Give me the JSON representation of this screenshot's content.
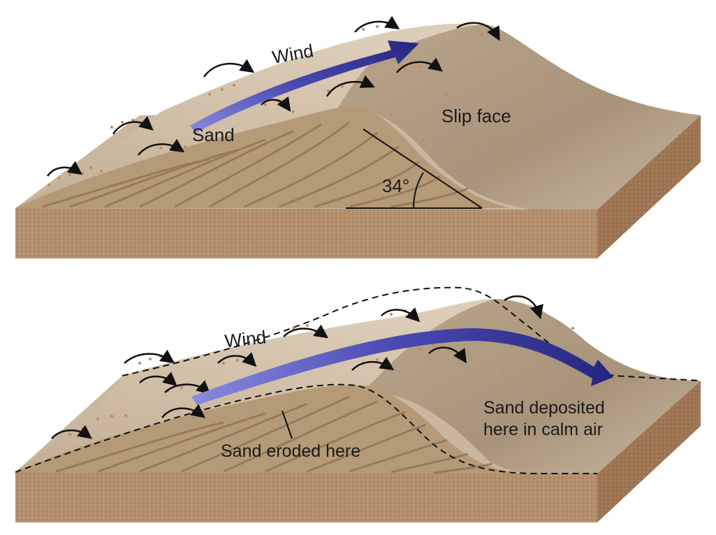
{
  "panels": [
    {
      "labels": {
        "wind": "Wind",
        "sand": "Sand",
        "slip_face": "Slip face",
        "angle": "34°"
      }
    },
    {
      "labels": {
        "wind": "Wind",
        "sand_eroded": "Sand eroded here",
        "sand_deposited_line1": "Sand deposited",
        "sand_deposited_line2": "here in calm air"
      }
    }
  ],
  "colors": {
    "dune_surface": "#c6b39a",
    "dune_light": "#ded0bc",
    "dune_shadow": "#a38e72",
    "block_front": "#b08866",
    "block_side": "#9c7352",
    "wind_arrow": "#3a3a9c",
    "wind_arrow_light": "#7b7bd0",
    "sand_grain": "#c9885a",
    "small_arrow": "#111111"
  }
}
